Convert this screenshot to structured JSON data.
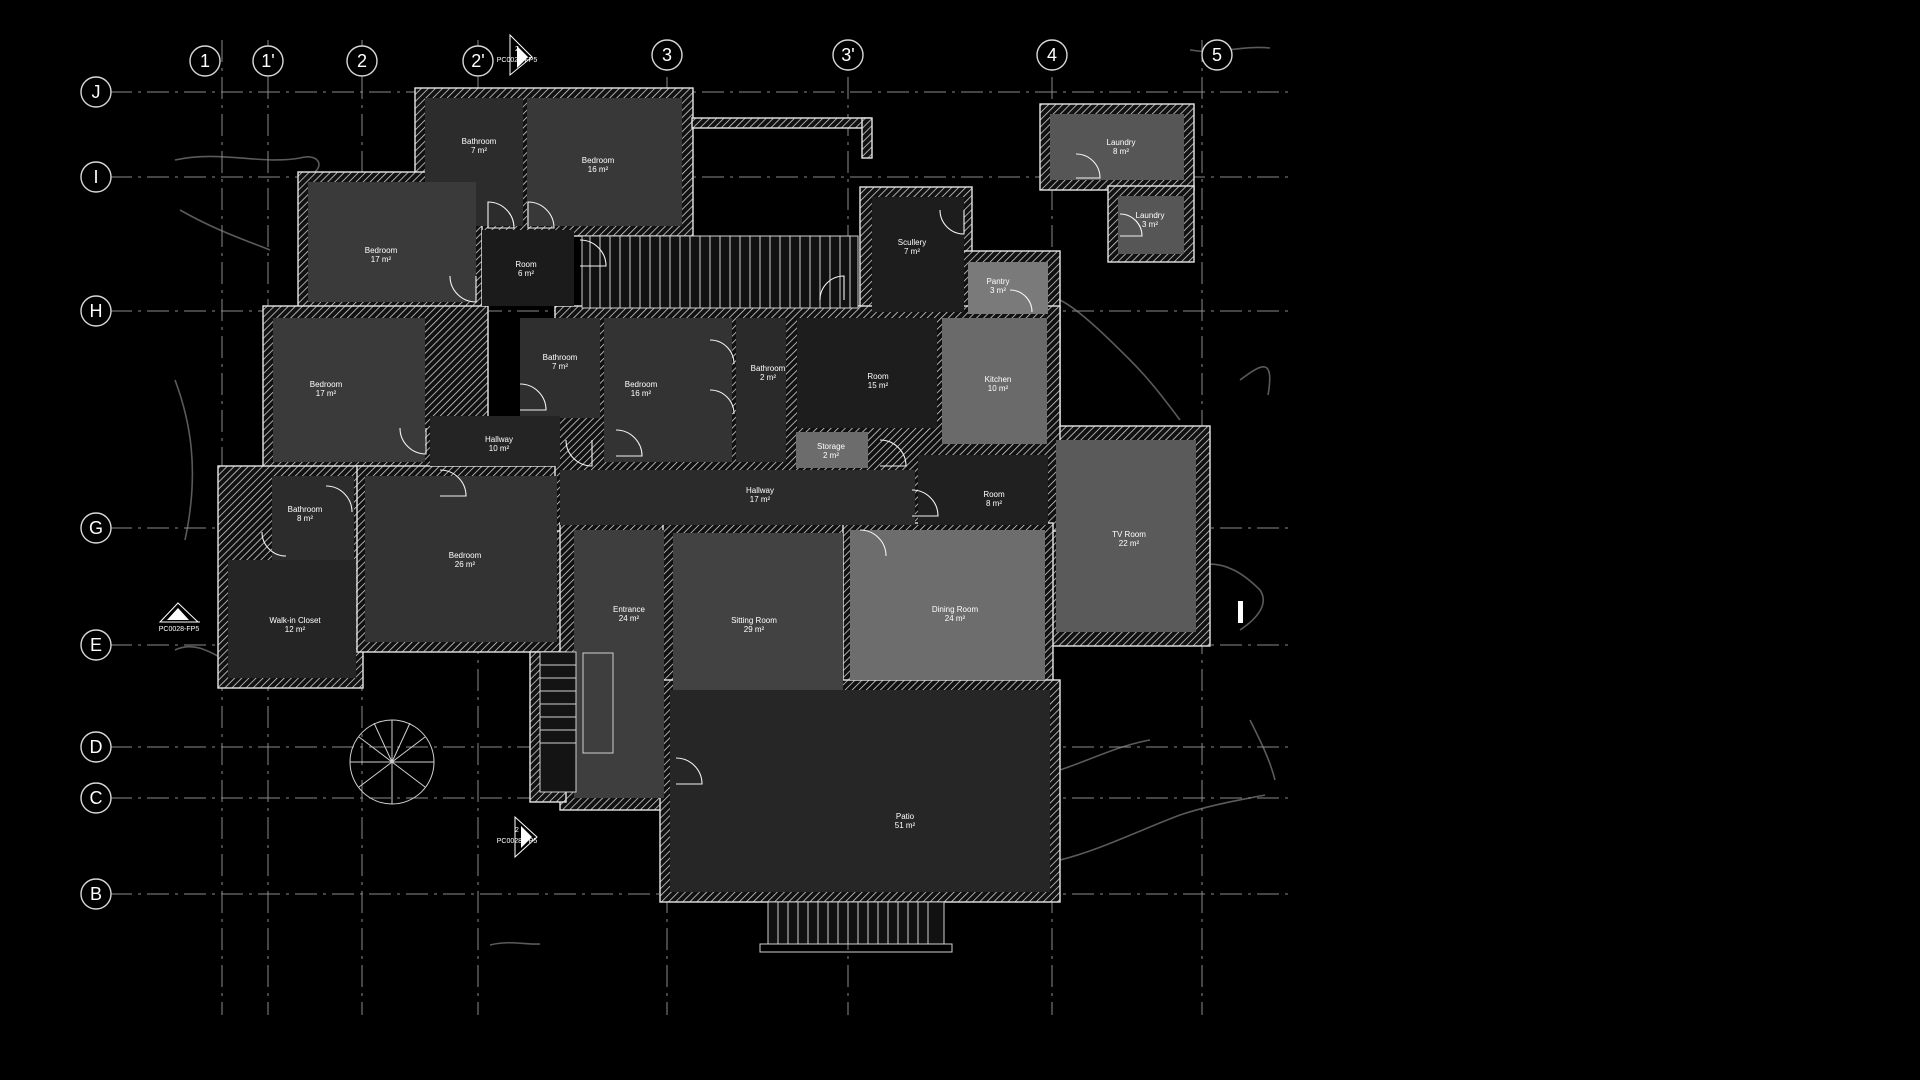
{
  "grid": {
    "columns": [
      "1",
      "1'",
      "2",
      "2'",
      "3",
      "3'",
      "4",
      "5"
    ],
    "rows": [
      "J",
      "I",
      "H",
      "G",
      "E",
      "D",
      "C",
      "B"
    ]
  },
  "rooms": [
    {
      "name": "Bathroom",
      "area": "7 m²"
    },
    {
      "name": "Bedroom",
      "area": "16 m²"
    },
    {
      "name": "Bedroom",
      "area": "17 m²"
    },
    {
      "name": "Room",
      "area": "6 m²"
    },
    {
      "name": "Bedroom",
      "area": "17 m²"
    },
    {
      "name": "Bathroom",
      "area": "7 m²"
    },
    {
      "name": "Bedroom",
      "area": "16 m²"
    },
    {
      "name": "Bathroom",
      "area": "2 m²"
    },
    {
      "name": "Hallway",
      "area": "10 m²"
    },
    {
      "name": "Room",
      "area": "15 m²"
    },
    {
      "name": "Storage",
      "area": "2 m²"
    },
    {
      "name": "Scullery",
      "area": "7 m²"
    },
    {
      "name": "Pantry",
      "area": "3 m²"
    },
    {
      "name": "Kitchen",
      "area": "10 m²"
    },
    {
      "name": "Laundry",
      "area": "8 m²"
    },
    {
      "name": "Laundry",
      "area": "3 m²"
    },
    {
      "name": "Bathroom",
      "area": "8 m²"
    },
    {
      "name": "Bedroom",
      "area": "26 m²"
    },
    {
      "name": "Hallway",
      "area": "17 m²"
    },
    {
      "name": "Room",
      "area": "8 m²"
    },
    {
      "name": "TV Room",
      "area": "22 m²"
    },
    {
      "name": "Walk-in Closet",
      "area": "12 m²"
    },
    {
      "name": "Entrance",
      "area": "24 m²"
    },
    {
      "name": "Sitting Room",
      "area": "29 m²"
    },
    {
      "name": "Dining Room",
      "area": "24 m²"
    },
    {
      "name": "Patio",
      "area": "51 m²"
    }
  ],
  "section_markers": [
    {
      "number": "2",
      "sheet": "PC0028-FP5"
    },
    {
      "number": "1",
      "sheet": "PC0028-FP5"
    },
    {
      "number": "2",
      "sheet": "PC0028-FP5"
    }
  ],
  "colors": {
    "background": "#000000",
    "wall_outline": "#e6e6e6",
    "room_dark": "#2c2c2c",
    "room_mid": "#3f3f3f",
    "room_light": "#6c6c6c"
  }
}
